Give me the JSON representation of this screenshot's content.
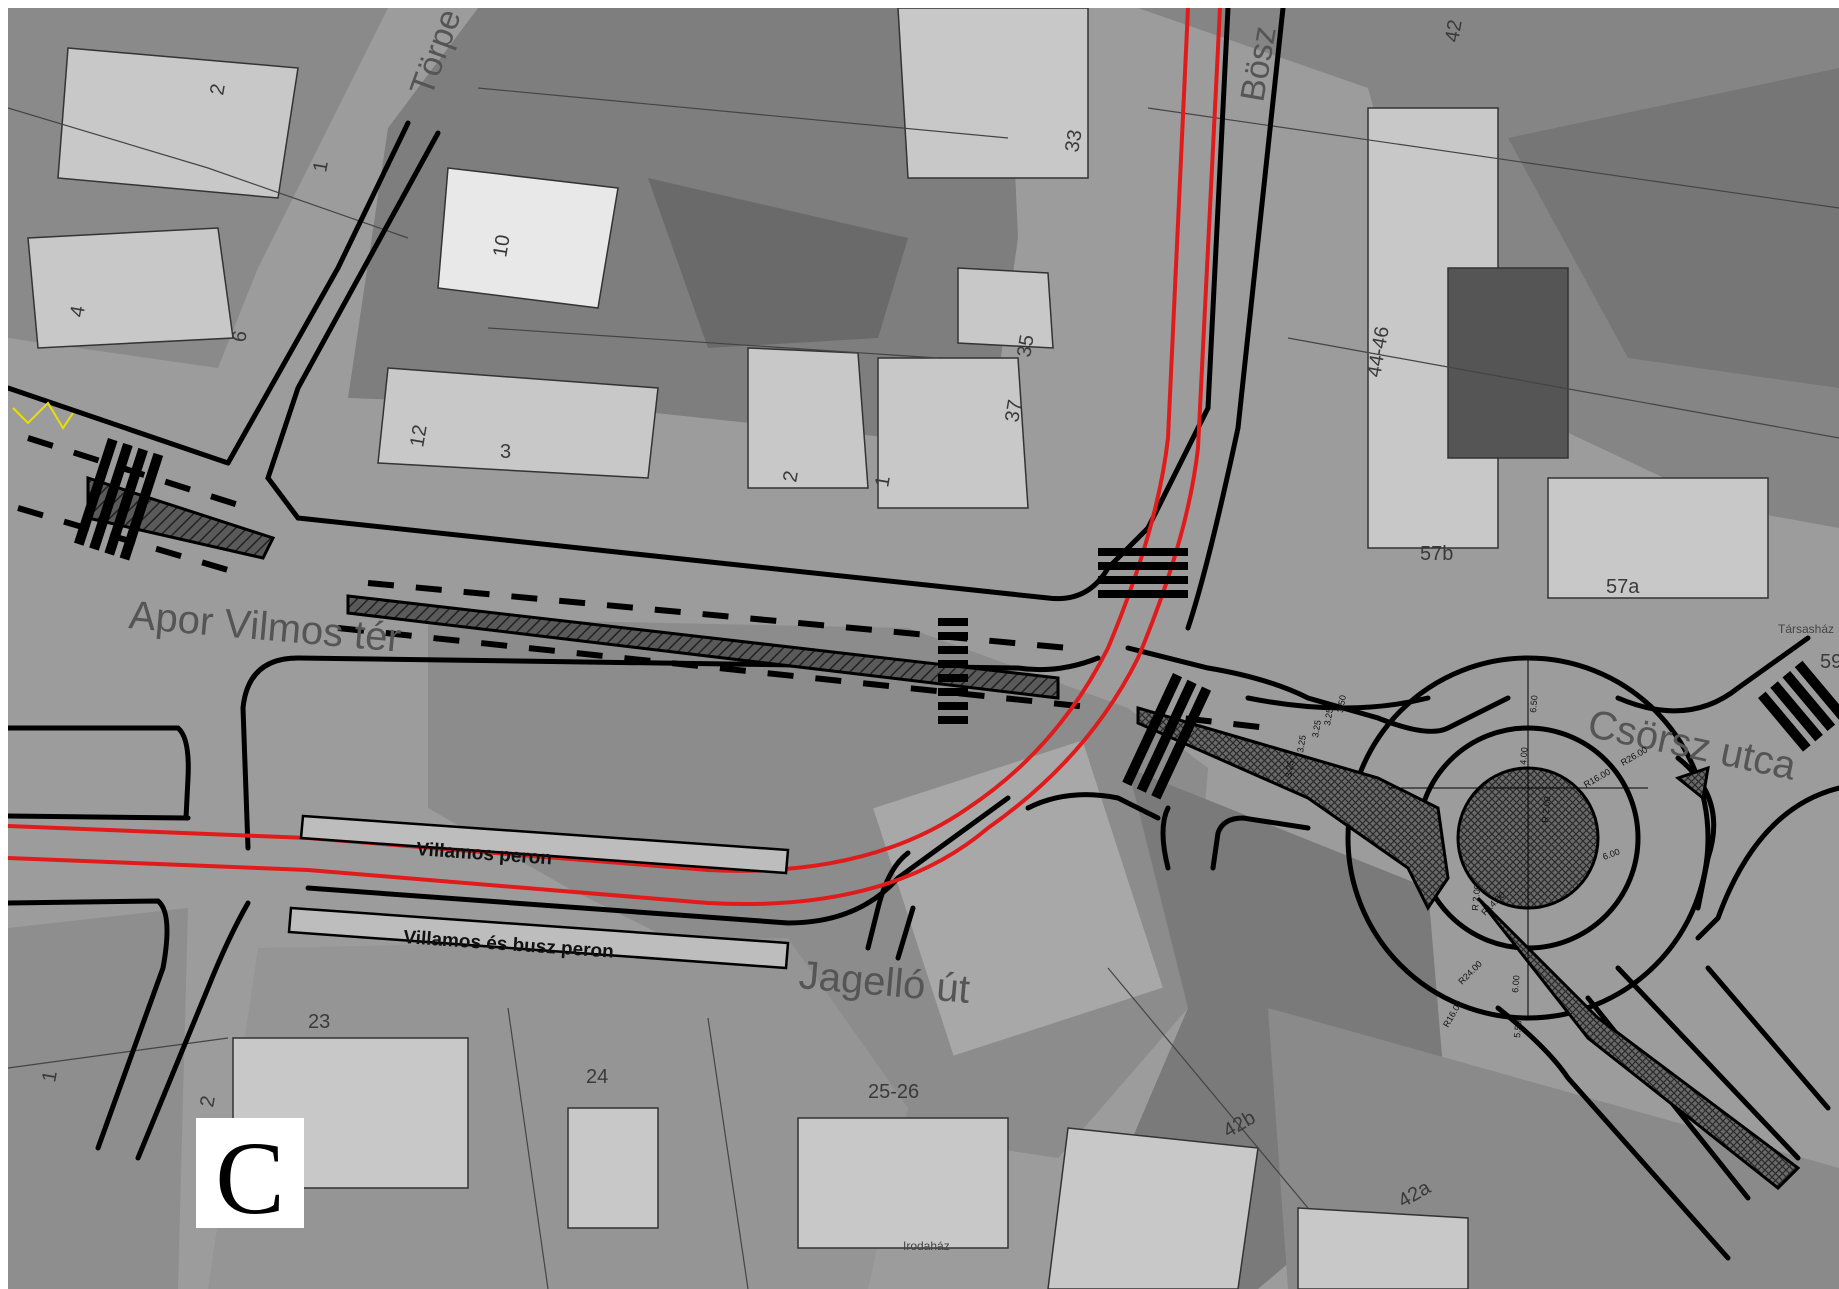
{
  "streets": {
    "torpe": "Törpe",
    "bosz": "Bösz",
    "apor_vilmos_ter": "Apor Vilmos tér",
    "csorsz_utca": "Csörsz utca",
    "jagello_ut": "Jagelló út"
  },
  "platforms": {
    "tram_platform": "Villamos peron",
    "tram_bus_platform": "Villamos és busz peron"
  },
  "house_numbers": {
    "h2a": "2",
    "h1a": "1",
    "h4": "4",
    "h6": "6",
    "h10": "10",
    "h12": "12",
    "h3": "3",
    "h33": "33",
    "h35": "35",
    "h37": "37",
    "h2b": "2",
    "h1b": "1",
    "h42": "42",
    "h44_46": "44-46",
    "h57b": "57b",
    "h57a": "57a",
    "h59": "59",
    "h23": "23",
    "h24": "24",
    "h25_26": "25-26",
    "h42b": "42b",
    "h42a": "42a",
    "h1c": "1",
    "h2c": "2"
  },
  "small_labels": {
    "lobby": "Társasház",
    "office": "Irodaház"
  },
  "roundabout_dims": [
    "6.50",
    "4.00",
    "R16.00",
    "R26.00",
    "R 2.00",
    "6.00",
    "R24.00",
    "R14.00",
    "6.00",
    "R16.00",
    "5.50",
    "R 2.00"
  ],
  "approach_dims": [
    "3.25",
    "3.25",
    "3.25",
    "3.25",
    "3.50"
  ],
  "sheet_letter": "C",
  "colors": {
    "background_photo": "#9a9a9a",
    "tram_track": "#e01b1b",
    "road_edge": "#000000",
    "marker_yellow": "#e8e000"
  }
}
